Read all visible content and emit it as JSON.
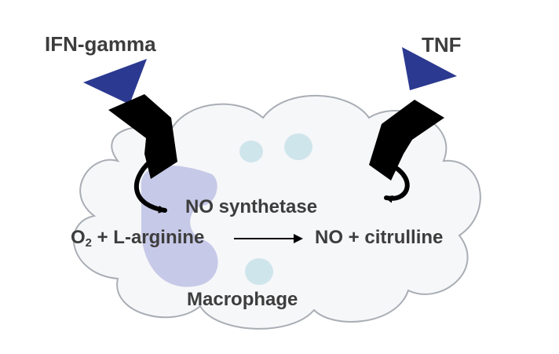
{
  "ligands": {
    "left": "IFN-gamma",
    "right": "TNF"
  },
  "enzyme": "NO synthetase",
  "reaction": {
    "reactant_o": "O",
    "reactant_sub": "2",
    "reactant_rest": " + L-arginine",
    "products": "NO + citrulline"
  },
  "cell_label": "Macrophage",
  "colors": {
    "ligand": "#2b3990",
    "receptor": "#000000",
    "cloud_fill": "#f6f7f9",
    "cloud_stroke": "#a9aeb5",
    "nucleus": "#c7c9e8",
    "vesicle": "#cfe5ec",
    "text": "#3d3d3d"
  }
}
